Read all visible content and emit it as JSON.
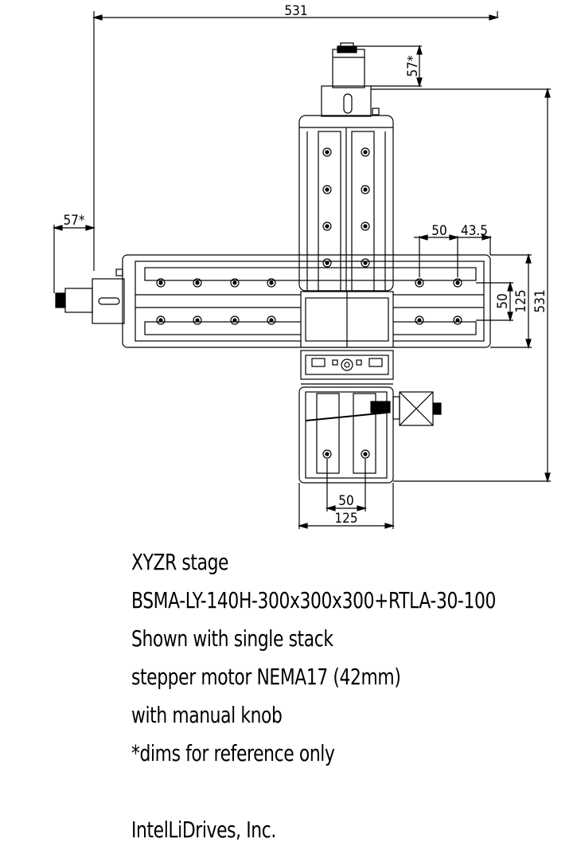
{
  "dimensions": {
    "overall_width": "531",
    "motor_top": "57*",
    "motor_left": "57*",
    "hole_spacing_a": "50",
    "hole_offset": "43.5",
    "rail_spacing": "50",
    "carriage_width": "125",
    "overall_height": "531",
    "bottom_spacing": "50",
    "bottom_width": "125"
  },
  "notes": {
    "line1": "XYZR stage",
    "line2": "BSMA-LY-140H-300x300x300+RTLA-30-100",
    "line3": "Shown with single stack",
    "line4": "stepper motor NEMA17 (42mm)",
    "line5": "with manual knob",
    "line6": "*dims for reference only",
    "company": "IntelLiDrives, Inc."
  }
}
